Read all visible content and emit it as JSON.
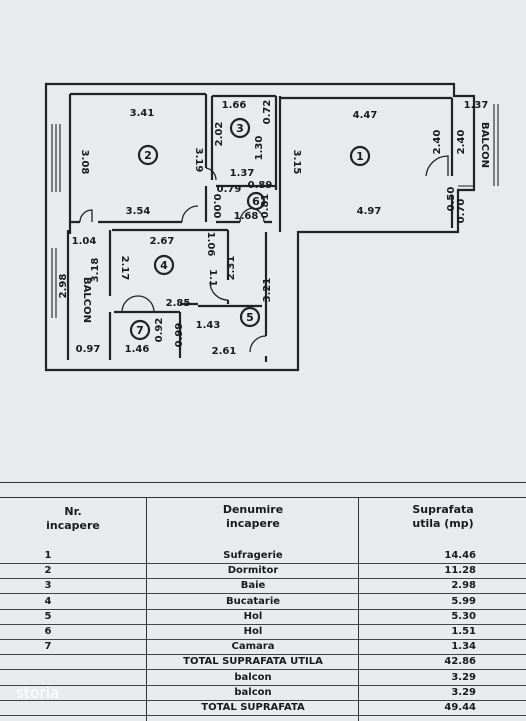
{
  "plan": {
    "rooms": [
      {
        "num": "1",
        "dims": [
          "4.47",
          "3.15",
          "4.97",
          "2.40"
        ]
      },
      {
        "num": "2",
        "dims": [
          "3.41",
          "3.08",
          "3.19",
          "3.54"
        ]
      },
      {
        "num": "3",
        "dims": [
          "1.66",
          "0.72",
          "2.02",
          "1.30",
          "1.37"
        ]
      },
      {
        "num": "4",
        "dims": [
          "2.67",
          "1.06",
          "2.17",
          "2.31",
          "1.1",
          "2.85"
        ]
      },
      {
        "num": "5",
        "dims": [
          "3.21",
          "1.43",
          "2.61"
        ]
      },
      {
        "num": "6",
        "dims": [
          "0.79",
          "0.89",
          "0.00",
          "0.81",
          "1.68"
        ]
      },
      {
        "num": "7",
        "dims": [
          "0.92",
          "0.99",
          "1.46"
        ]
      }
    ],
    "balcony_right": {
      "label": "BALCON",
      "dims": [
        "1.37",
        "2.40",
        "0.50",
        "0.70"
      ]
    },
    "balcony_left": {
      "label": "BALCON",
      "dims": [
        "1.04",
        "2.98",
        "3.18",
        "0.97"
      ]
    }
  },
  "table": {
    "headers": {
      "nr": [
        "Nr.",
        "incapere"
      ],
      "name": [
        "Denumire",
        "incapere"
      ],
      "area": [
        "Suprafata",
        "utila  (mp)"
      ]
    },
    "rows": [
      {
        "nr": "1",
        "name": "Sufragerie",
        "area": "14.46"
      },
      {
        "nr": "2",
        "name": "Dormitor",
        "area": "11.28"
      },
      {
        "nr": "3",
        "name": "Baie",
        "area": "2.98"
      },
      {
        "nr": "4",
        "name": "Bucatarie",
        "area": "5.99"
      },
      {
        "nr": "5",
        "name": "Hol",
        "area": "5.30"
      },
      {
        "nr": "6",
        "name": "Hol",
        "area": "1.51"
      },
      {
        "nr": "7",
        "name": "Camara",
        "area": "1.34"
      },
      {
        "nr": "",
        "name": "TOTAL  SUPRAFATA  UTILA",
        "area": "42.86"
      },
      {
        "nr": "",
        "name": "balcon",
        "area": "3.29"
      },
      {
        "nr": "",
        "name": "balcon",
        "area": "3.29"
      },
      {
        "nr": "",
        "name": "TOTAL  SUPRAFATA",
        "area": "49.44"
      }
    ]
  },
  "watermark": "storia",
  "colors": {
    "paper": "#e9eaec",
    "ink": "#1a1a1a"
  }
}
